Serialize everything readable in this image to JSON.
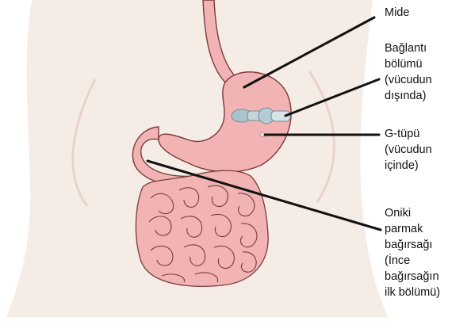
{
  "labels": {
    "mide": [
      "Mide"
    ],
    "baglanti": [
      "Bağlantı",
      "bölümü",
      "(vücudun",
      "dışında)"
    ],
    "gtupu": [
      "G-tüpü",
      "(vücudun",
      "içinde)"
    ],
    "oniki": [
      "Oniki",
      "parmak",
      "bağırsağı",
      "(İnce",
      "bağırsağın",
      "ilk bölümü)"
    ]
  },
  "colors": {
    "skin": "#f6ece6",
    "skin_shadow": "#e6d3c9",
    "organ": "#f1b3b3",
    "organ_outline": "#7a3a3a",
    "device": "#a9c4cd",
    "line": "#111111"
  }
}
